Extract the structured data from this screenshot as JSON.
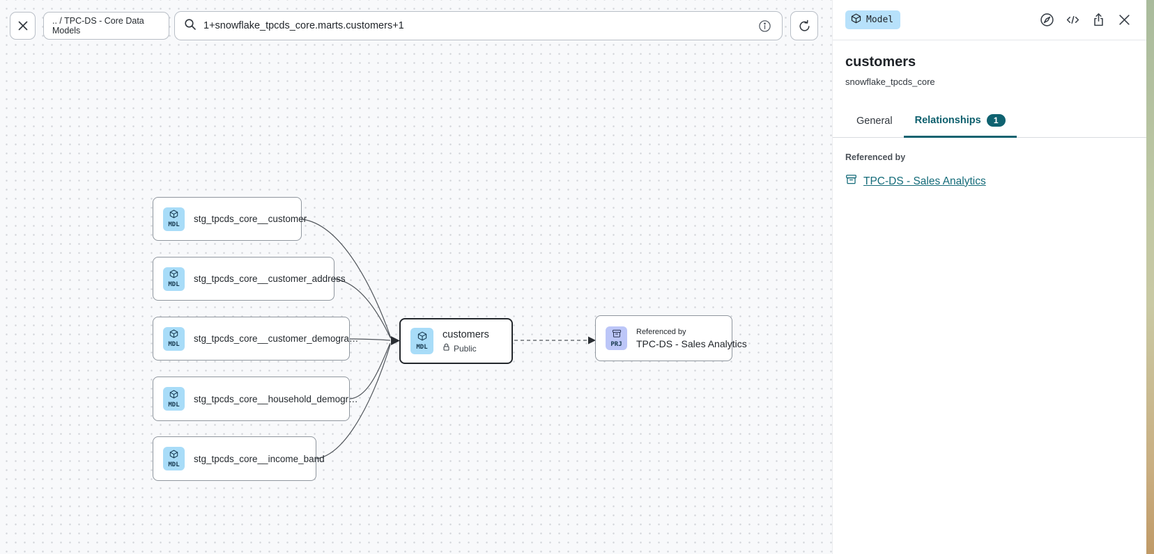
{
  "colors": {
    "accent_teal": "#0f6270",
    "link_teal": "#146b79",
    "model_badge_bg": "#b7e1fb",
    "mdl_badge_bg": "#a8dcf8",
    "prj_badge_bg": "#bcc6f8"
  },
  "toolbar": {
    "breadcrumb": ".. / TPC-DS - Core Data Models",
    "search_value": "1+snowflake_tpcds_core.marts.customers+1"
  },
  "icons": {
    "close": "x-cross",
    "search": "magnifier",
    "info": "circle-i",
    "refresh": "circular-arrow",
    "explore": "compass-needle",
    "code": "angle-brackets",
    "share": "box-up-arrow",
    "model": "cube",
    "project": "archive-box",
    "public": "lock"
  },
  "graph": {
    "upstream_nodes": [
      {
        "badge": "MDL",
        "label": "stg_tpcds_core__customer"
      },
      {
        "badge": "MDL",
        "label": "stg_tpcds_core__customer_address"
      },
      {
        "badge": "MDL",
        "label": "stg_tpcds_core__customer_demogra…"
      },
      {
        "badge": "MDL",
        "label": "stg_tpcds_core__household_demogr…"
      },
      {
        "badge": "MDL",
        "label": "stg_tpcds_core__income_band"
      }
    ],
    "selected_node": {
      "badge": "MDL",
      "label": "customers",
      "access_label": "Public"
    },
    "downstream_node": {
      "badge": "PRJ",
      "kicker": "Referenced by",
      "label": "TPC-DS - Sales Analytics"
    }
  },
  "panel": {
    "type_badge": "Model",
    "title": "customers",
    "subtitle": "snowflake_tpcds_core",
    "tabs": [
      {
        "label": "General",
        "active": false
      },
      {
        "label": "Relationships",
        "active": true,
        "count": "1"
      }
    ],
    "referenced_by": {
      "heading": "Referenced by",
      "link_label": "TPC-DS - Sales Analytics"
    }
  }
}
